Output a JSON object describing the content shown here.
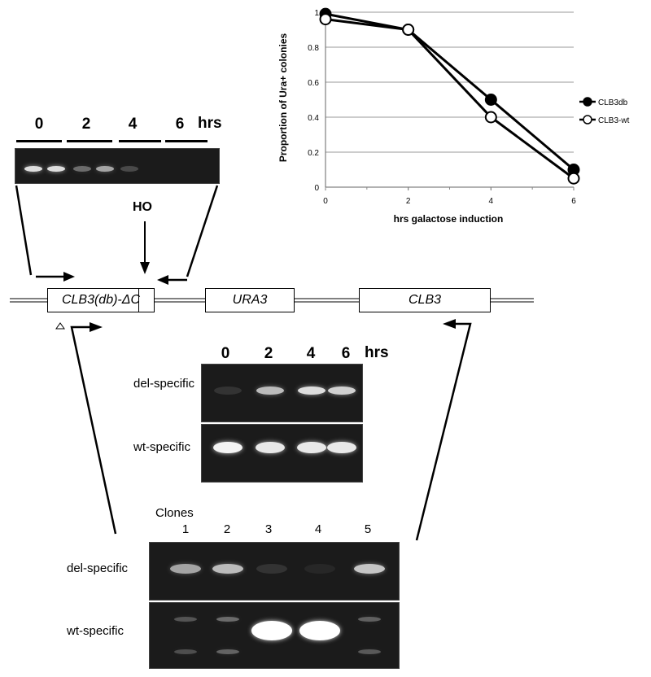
{
  "panel_top_left": {
    "lanes": [
      "0",
      "2",
      "4",
      "6"
    ],
    "unit": "hrs",
    "bands": [
      {
        "lane": "0",
        "intensity": [
          0.85,
          0.85
        ]
      },
      {
        "lane": "2",
        "intensity": [
          0.35,
          0.6
        ]
      },
      {
        "lane": "4",
        "intensity": [
          0.2,
          0.0
        ]
      },
      {
        "lane": "6",
        "intensity": [
          0.0,
          0.0
        ]
      }
    ]
  },
  "diagram": {
    "ho_label": "HO",
    "genes": [
      "CLB3(db)-ΔC",
      "URA3",
      "CLB3"
    ]
  },
  "panel_middle": {
    "lanes": [
      "0",
      "2",
      "4",
      "6"
    ],
    "unit": "hrs",
    "rows": [
      {
        "label": "del-specific",
        "intensity": [
          0.1,
          0.7,
          0.85,
          0.8
        ]
      },
      {
        "label": "wt-specific",
        "intensity": [
          0.95,
          0.9,
          0.9,
          0.9
        ]
      }
    ]
  },
  "panel_bottom": {
    "title": "Clones",
    "clones": [
      "1",
      "2",
      "3",
      "4",
      "5"
    ],
    "rows": [
      {
        "label": "del-specific",
        "intensity": [
          0.6,
          0.7,
          0.1,
          0.05,
          0.75
        ]
      },
      {
        "label": "wt-specific",
        "intensity": [
          0.25,
          0.35,
          1.0,
          1.0,
          0.3
        ]
      }
    ]
  },
  "chart_data": {
    "type": "line",
    "xlabel": "hrs galactose induction",
    "ylabel": "Proportion of Ura+ colonies",
    "x": [
      0,
      2,
      4,
      6
    ],
    "xticks": [
      "0",
      "2",
      "4",
      "6"
    ],
    "yticks": [
      "0",
      "0.2",
      "0.4",
      "0.6",
      "0.8",
      "1"
    ],
    "ylim": [
      0,
      1
    ],
    "xlim": [
      0,
      6
    ],
    "grid": true,
    "legend_position": "right",
    "series": [
      {
        "name": "CLB3db",
        "values": [
          0.99,
          0.9,
          0.5,
          0.1
        ],
        "marker": "filled",
        "color": "#000000"
      },
      {
        "name": "CLB3-wt",
        "values": [
          0.96,
          0.9,
          0.4,
          0.05
        ],
        "marker": "open",
        "color": "#000000"
      }
    ]
  }
}
